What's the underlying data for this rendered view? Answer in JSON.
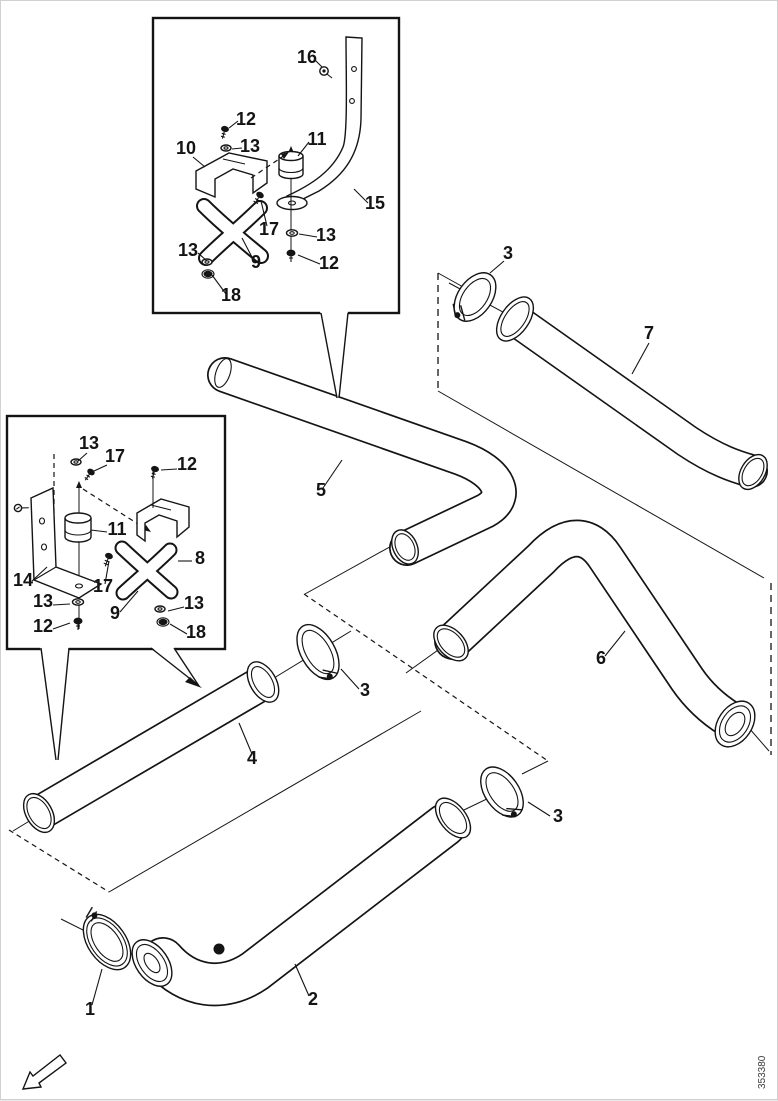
{
  "diagram": {
    "drawing_number": "353380",
    "callouts": {
      "main": {
        "clamp1": "1",
        "pipe2": "2",
        "clamp3_top": "3",
        "clamp3_mid": "3",
        "clamp3_low": "3",
        "pipe4": "4",
        "pipe5": "5",
        "pipe6": "6",
        "pipe7": "7"
      },
      "top_inset": {
        "n16": "16",
        "n12a": "12",
        "n13a": "13",
        "n10": "10",
        "n11": "11",
        "n15": "15",
        "n17": "17",
        "n13b": "13",
        "n12b": "12",
        "n9": "9",
        "n13c": "13",
        "n18": "18"
      },
      "left_inset": {
        "n13a": "13",
        "n17a": "17",
        "n12a": "12",
        "n11": "11",
        "n14": "14",
        "n17b": "17",
        "n13b": "13",
        "n9": "9",
        "n12b": "12",
        "n8": "8",
        "n13c": "13",
        "n18": "18"
      }
    }
  }
}
